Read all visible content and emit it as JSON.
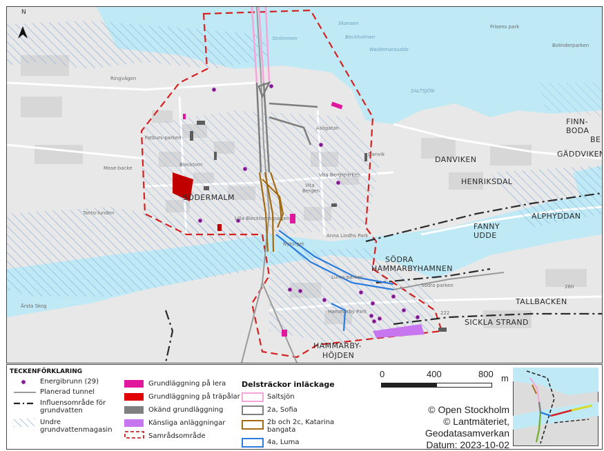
{
  "map": {
    "north_label": "N",
    "places": {
      "sodermalm": "SÖDERMALM",
      "sodra": "SÖDRA",
      "hammarbyhamnen": "HAMMARBYHAMNEN",
      "danviken": "DANVIKEN",
      "henriksdal": "HENRIKSDAL",
      "gaddviken": "GÄDDVIKEN",
      "finnboda1": "FINN-",
      "finnboda2": "BODA",
      "be": "BE",
      "alphyddan": "ALPHYDDAN",
      "fanny": "FANNY",
      "udde": "UDDE",
      "tallbacken": "TALLBACKEN",
      "sickla": "SICKLA STRAND",
      "hammarby1": "HAMMARBY-",
      "hojden": "HÖJDEN"
    },
    "small_labels": {
      "vita_bergen1": "Vita",
      "vita_bergen2": "Bergen",
      "vita_berg_park": "Vita Bergsparken",
      "stora_blecktornsparken": "Lilla Blecktorns parken",
      "anna_lindhs": "Anna Lindhs Park",
      "luma": "Luma-parken",
      "danvik": "Danvik",
      "saltsjon_w": "SALTSJÖN",
      "stromen": "Strömmen",
      "edbergsparken": "Asögatan",
      "fatburs": "Fatburs-parken",
      "tantolunden": "Tanto-lunden",
      "mosebacke": "Mose-backe",
      "blackeberg": "Blecktorn",
      "arsta": "Årsta Skog",
      "skansen": "Skansen",
      "waldemar": "Waldemarsudde",
      "beckholmen": "Beckholmen",
      "frisens": "Frisens park",
      "bolinder": "Bolinderparken",
      "sodra_park": "Södra parken",
      "hammarby_park": "Hammarby Park",
      "ringv": "Ringvägen",
      "nyfors": "Nytorget",
      "road_222": "222",
      "road_260": "260"
    }
  },
  "legend": {
    "title": "TECKENFÖRKLARING",
    "items_col1": [
      {
        "label": "Energibrunn (29)"
      },
      {
        "label": "Planerad tunnel"
      },
      {
        "label": "Influensområde för"
      },
      {
        "label": "grundvatten"
      },
      {
        "label": "Undre"
      },
      {
        "label": "grundvattenmagasin"
      }
    ],
    "items_col2": [
      {
        "label": "Grundläggning på lera",
        "color": "#e0189e"
      },
      {
        "label": "Grundläggning på träpålar",
        "color": "#e00000"
      },
      {
        "label": "Okänd grundläggning",
        "color": "#808080"
      },
      {
        "label": "Känsliga anläggningar",
        "color": "#c875f0"
      },
      {
        "label": "Samrådsområde",
        "color": "#d42020"
      }
    ],
    "delstrackor_title": "Delsträckor inläckage",
    "delstrackor": [
      {
        "label": "Saltsjön",
        "color": "#f4a6d8"
      },
      {
        "label": "2a, Sofia",
        "color": "#808080"
      },
      {
        "label": "2b och 2c, Katarina",
        "color": "#a36a12"
      },
      {
        "label": "bangata",
        "color": ""
      },
      {
        "label": "4a, Luma",
        "color": "#2a7bde"
      }
    ],
    "scale": {
      "t0": "0",
      "t1": "400",
      "t2": "800",
      "unit": "m"
    },
    "copyright": [
      "© Open Stockholm",
      "© Lantmäteriet,",
      "Geodatasamverkan",
      "Datum: 2023-10-02"
    ]
  }
}
